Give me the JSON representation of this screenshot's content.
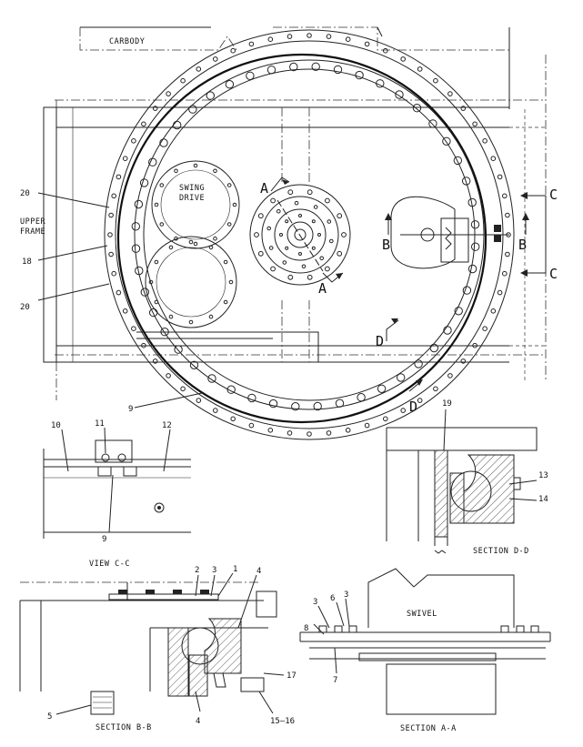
{
  "labels": {
    "carbody": "CARBODY",
    "upper_frame_1": "UPPER",
    "upper_frame_2": "FRAME",
    "swing_1": "SWING",
    "swing_2": "DRIVE",
    "swivel": "SWIVEL"
  },
  "section_letters": {
    "a_top": "A",
    "a_bottom": "A",
    "b_left": "B",
    "b_right": "B",
    "c_top": "C",
    "c_bottom": "C",
    "d_top": "D",
    "d_bottom": "D"
  },
  "view_titles": {
    "view_cc": "VIEW C-C",
    "section_dd": "SECTION D-D",
    "section_bb": "SECTION B-B",
    "section_aa": "SECTION A-A"
  },
  "callouts": {
    "c20a": "20",
    "c18": "18",
    "c20b": "20",
    "c9_main": "9",
    "c10": "10",
    "c11": "11",
    "c12": "12",
    "c9_view": "9",
    "c19": "19",
    "c13": "13",
    "c14": "14",
    "c2": "2",
    "c3_bb": "3",
    "c1": "1",
    "c4_top": "4",
    "c4_bot": "4",
    "c5": "5",
    "c15_16": "15—16",
    "c17": "17",
    "c3_aa_l": "3",
    "c6": "6",
    "c3_aa_r": "3",
    "c8": "8",
    "c7": "7"
  }
}
